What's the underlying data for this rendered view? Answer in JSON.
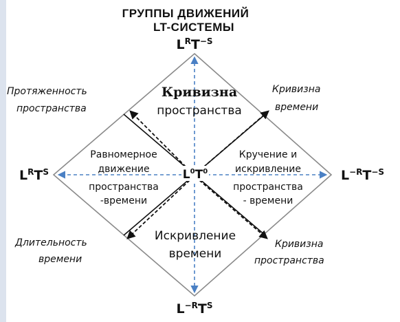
{
  "title": {
    "line1": "ГРУППЫ ДВИЖЕНИЙ",
    "line2": "LT-СИСТЕМЫ"
  },
  "vertices": {
    "top": {
      "base1": "L",
      "sup1": "R",
      "base2": "T",
      "sup2": "−S"
    },
    "left": {
      "base1": "L",
      "sup1": "R",
      "base2": "T",
      "sup2": "S"
    },
    "right": {
      "base1": "L",
      "sup1": "−R",
      "base2": "T",
      "sup2": "−S"
    },
    "bottom": {
      "base1": "L",
      "sup1": "−R",
      "base2": "T",
      "sup2": "S"
    }
  },
  "center": {
    "base1": "L",
    "sup1": "0",
    "base2": "T",
    "sup2": "0"
  },
  "quadrants": {
    "top": {
      "line1": "Кривизна",
      "line2": "пространства"
    },
    "left": {
      "line1": "Равномерное",
      "line2": "движение",
      "line3": "пространства",
      "line4": "-времени"
    },
    "right": {
      "line1": "Кручение и",
      "line2": "искривление",
      "line3": "пространства",
      "line4": "- времени"
    },
    "bottom": {
      "line1": "Искривление",
      "line2": "времени"
    }
  },
  "outer_labels": {
    "top_left": {
      "line1": "Протяженность",
      "line2": "пространства"
    },
    "top_right": {
      "line1": "Кривизна",
      "line2": "времени"
    },
    "bottom_left": {
      "line1": "Длительность",
      "line2": "времени"
    },
    "bottom_right": {
      "line1": "Кривизна",
      "line2": "пространства"
    }
  },
  "colors": {
    "diamond": "#8a8a8a",
    "axis_dashed": "#4a80c4",
    "diag_arrow": "#111111",
    "text": "#111111",
    "left_strip": "#dce3ee"
  }
}
